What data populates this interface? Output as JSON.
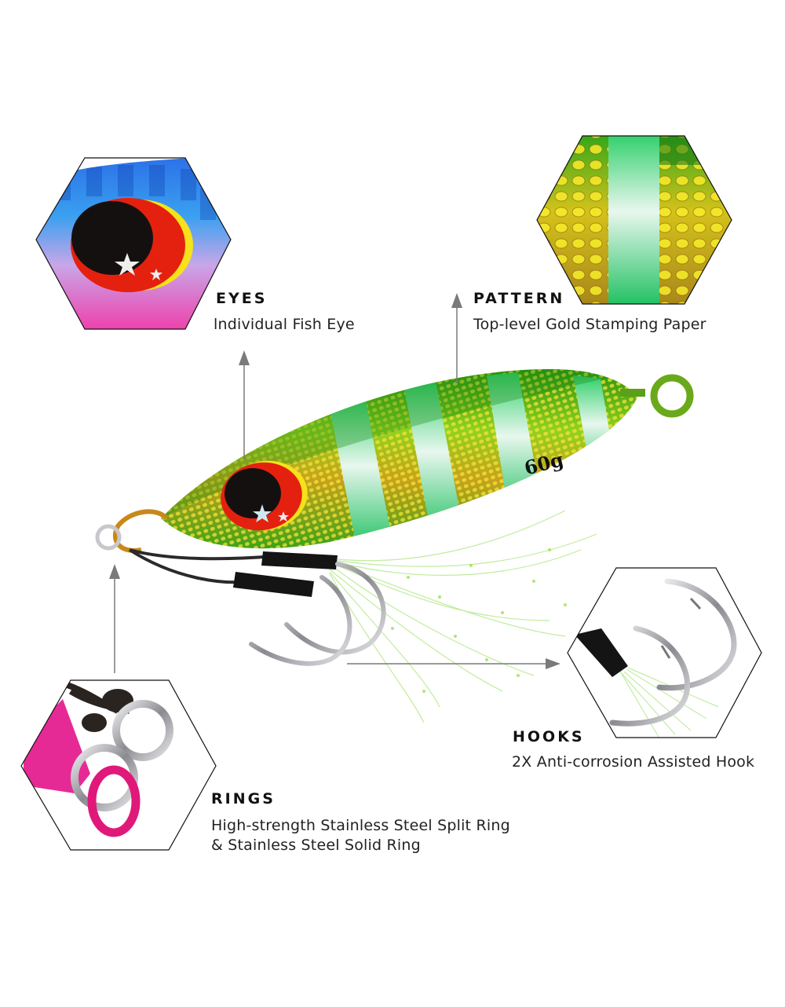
{
  "product": {
    "weight_label": "60g",
    "colors": {
      "body_green": "#3fbf1e",
      "body_gold": "#c9a21a",
      "glow_stripe": "#dff5e8",
      "eye_red": "#e8220f",
      "eye_black": "#151010",
      "arrow_gray": "#7a7a7a",
      "ring_pink": "#e0187a",
      "steel": "#c8c8cc"
    }
  },
  "features": [
    {
      "id": "eyes",
      "title": "EYES",
      "description": [
        "lndividual Fish Eye"
      ]
    },
    {
      "id": "pattern",
      "title": "PATTERN",
      "description": [
        "Top-level Gold Stamping Paper"
      ]
    },
    {
      "id": "hooks",
      "title": "HOOKS",
      "description": [
        "2X Anti-corrosion Assisted Hook"
      ]
    },
    {
      "id": "rings",
      "title": "RINGS",
      "description": [
        "High-strength Stainless Steel Split Ring",
        "& Stainless Steel Solid Ring"
      ]
    }
  ]
}
